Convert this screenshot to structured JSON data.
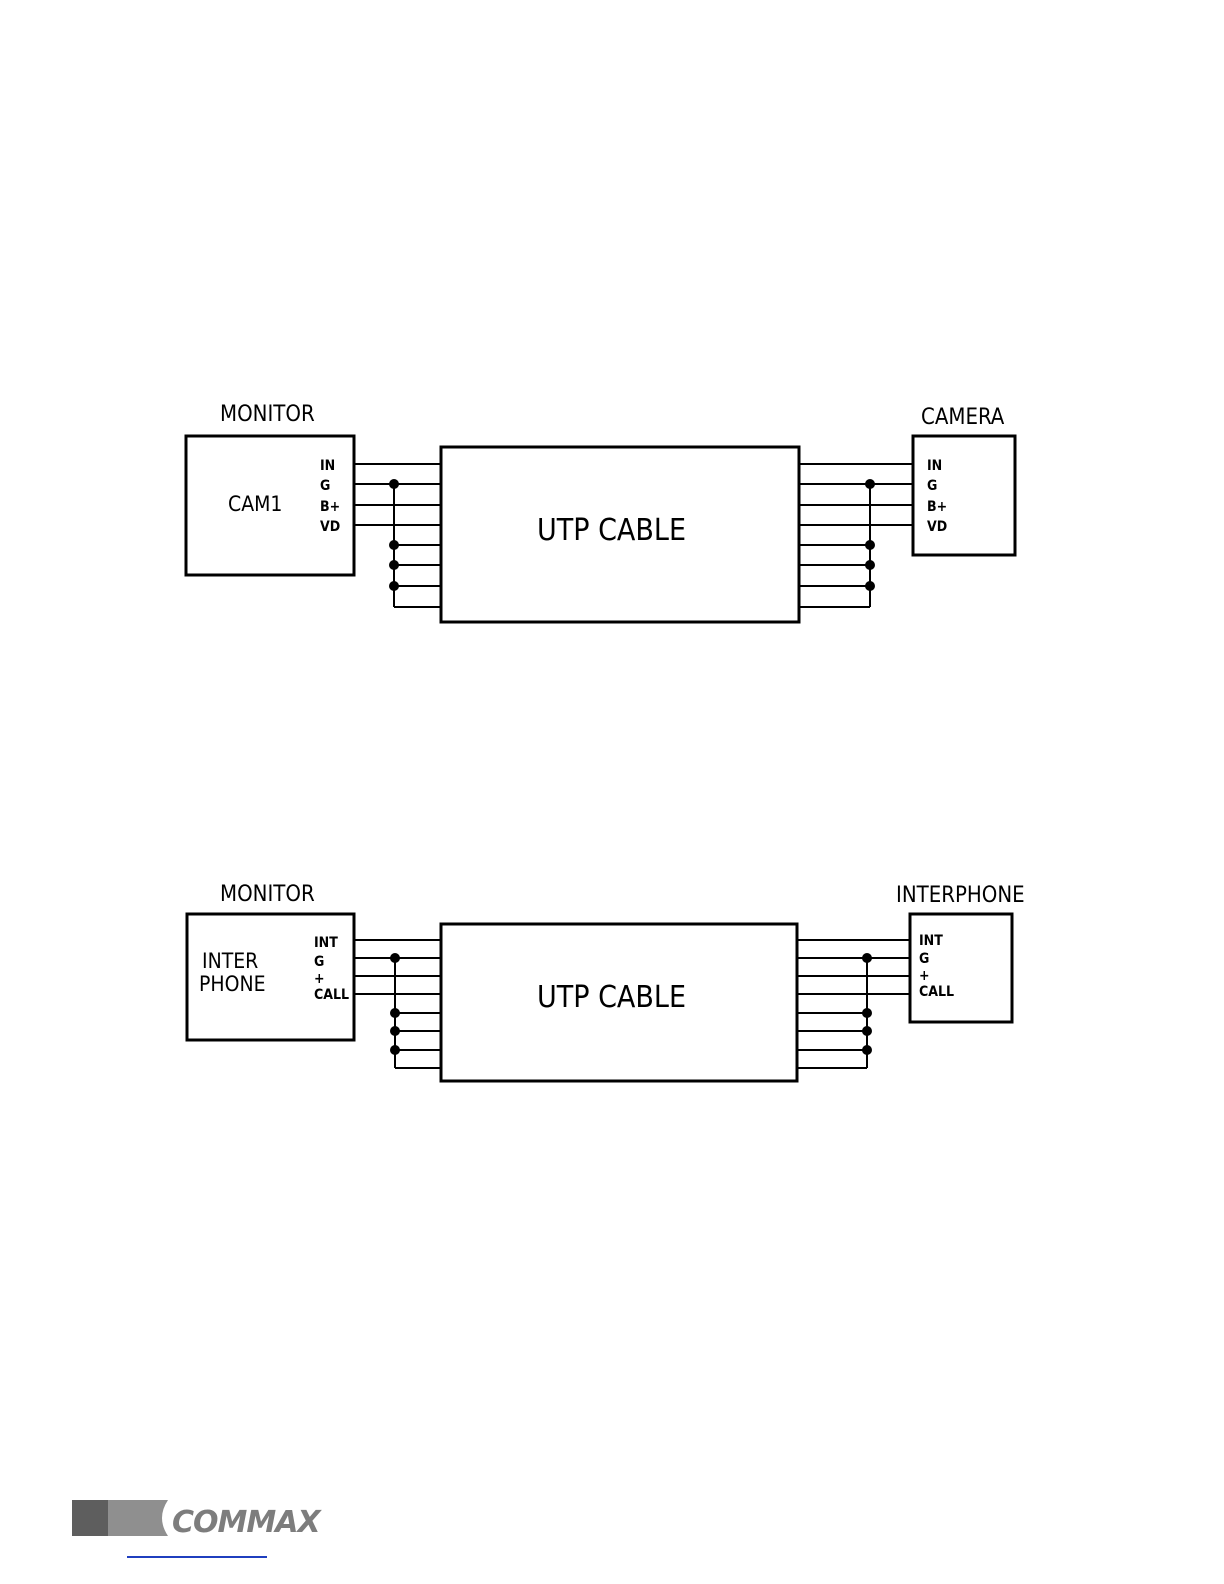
{
  "diagram1": {
    "left_heading": "MONITOR",
    "left_box_label": "CAM1",
    "left_pins": [
      "IN",
      "G",
      "B+",
      "VD"
    ],
    "cable_label": "UTP CABLE",
    "right_heading": "CAMERA",
    "right_pins": [
      "IN",
      "G",
      "B+",
      "VD"
    ]
  },
  "diagram2": {
    "left_heading": "MONITOR",
    "left_box_label_line1": "INTER",
    "left_box_label_line2": "PHONE",
    "left_pins": [
      "INT",
      "G",
      "+",
      "CALL"
    ],
    "cable_label": "UTP CABLE",
    "right_heading": "INTERPHONE",
    "right_pins": [
      "INT",
      "G",
      "+",
      "CALL"
    ]
  },
  "footer": {
    "logo_text": "COMMAX",
    "colors": {
      "dark_block": "#5e5e5e",
      "light_block": "#8f8f8f",
      "logo": "#7d7d7d",
      "link": "#1f3fbf"
    }
  }
}
